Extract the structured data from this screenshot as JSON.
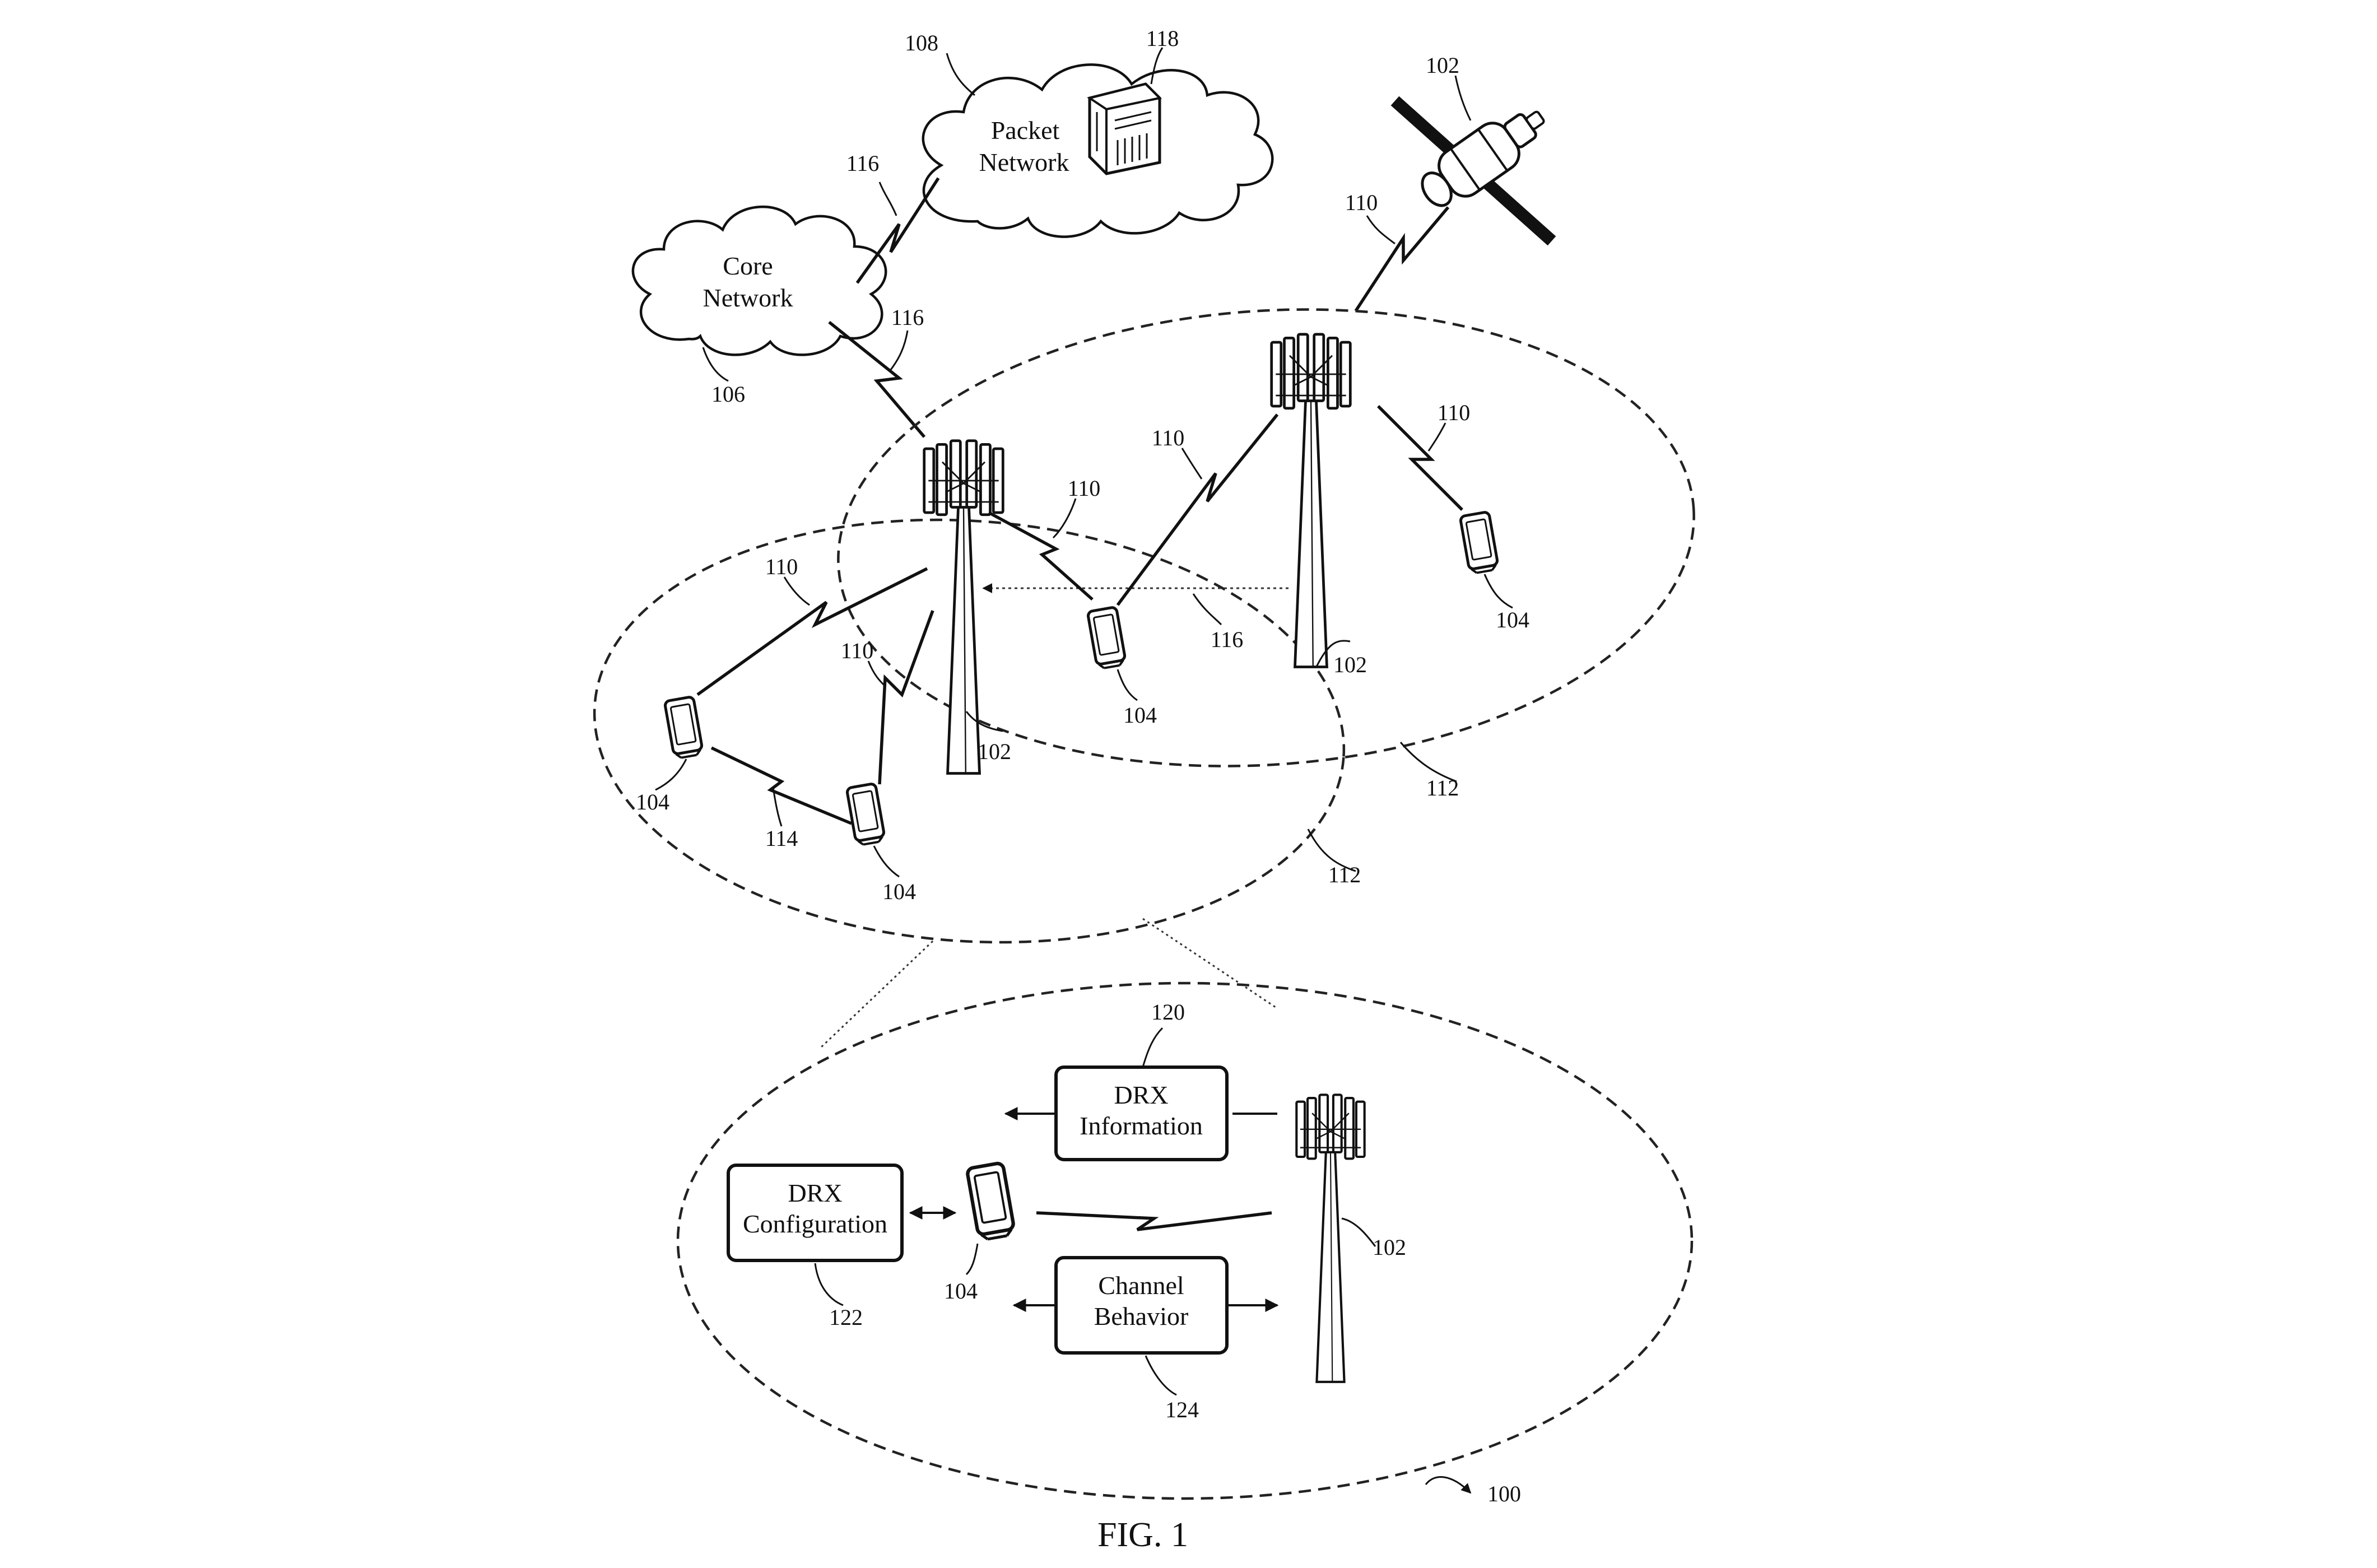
{
  "figure": {
    "caption": "FIG. 1",
    "system_ref": "100"
  },
  "clouds": {
    "packet_network": {
      "line1": "Packet",
      "line2": "Network",
      "ref": "108"
    },
    "core_network": {
      "line1": "Core",
      "line2": "Network",
      "ref": "106"
    }
  },
  "server": {
    "ref": "118"
  },
  "satellite": {
    "ref": "102"
  },
  "base_stations": {
    "left_ref": "102",
    "right_ref": "102",
    "inset_ref": "102"
  },
  "coverage_areas": {
    "right_ref": "112",
    "left_ref": "112"
  },
  "links": {
    "backhaul_core_packet": "116",
    "backhaul_core_bs": "116",
    "backhaul_bs_bs": "116",
    "sat_link": "110",
    "right_ue_link": "110",
    "right_to_center_ue_link": "110",
    "left_to_center_ue_link": "110",
    "left_ue_far_link": "110",
    "left_ue_near_link": "110",
    "sidelink": "114"
  },
  "ues": {
    "right_ue": "104",
    "center_ue": "104",
    "left_ue_1": "104",
    "left_ue_2": "104",
    "inset_ue": "104"
  },
  "inset": {
    "drx_information": {
      "line1": "DRX",
      "line2": "Information",
      "ref": "120"
    },
    "drx_configuration": {
      "line1": "DRX",
      "line2": "Configuration",
      "ref": "122"
    },
    "channel_behavior": {
      "line1": "Channel",
      "line2": "Behavior",
      "ref": "124"
    }
  },
  "colors": {
    "ink": "#111111",
    "background": "#ffffff"
  }
}
